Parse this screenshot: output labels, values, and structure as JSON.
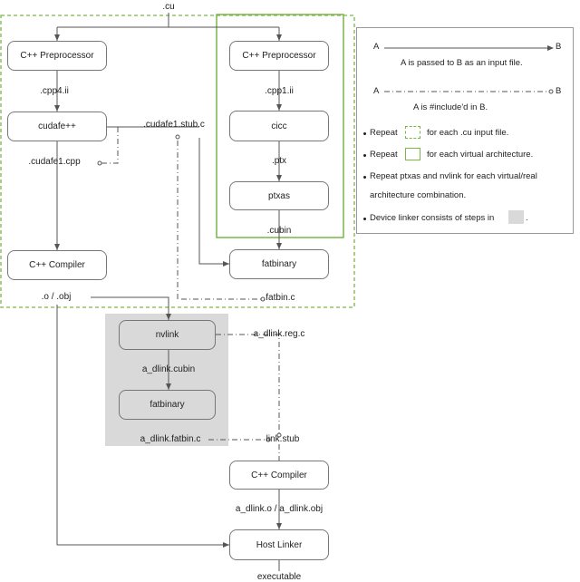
{
  "colors": {
    "green": "#7ab648",
    "gray_region": "#d9d9d9",
    "line": "#555555"
  },
  "labels": {
    "cu": ".cu",
    "cpp4_ii": ".cpp4.ii",
    "cudafe1_stub_c": ".cudafe1.stub.c",
    "cpp1_ii": ".cpp1.ii",
    "cudafe1_cpp": ".cudafe1.cpp",
    "ptx": ".ptx",
    "cubin": ".cubin",
    "o_obj": ".o / .obj",
    "fatbin_c": ".fatbin.c",
    "a_dlink_reg_c": "a_dlink.reg.c",
    "a_dlink_cubin": "a_dlink.cubin",
    "a_dlink_fatbin_c": "a_dlink.fatbin.c",
    "link_stub": "link.stub",
    "a_dlink_o_obj": "a_dlink.o / a_dlink.obj",
    "executable": "executable"
  },
  "nodes": {
    "cpp_preprocessor_left": "C++ Preprocessor",
    "cudafe": "cudafe++",
    "cpp_compiler_left": "C++ Compiler",
    "cpp_preprocessor_right": "C++ Preprocessor",
    "cicc": "cicc",
    "ptxas": "ptxas",
    "fatbinary_top": "fatbinary",
    "nvlink": "nvlink",
    "fatbinary_bottom": "fatbinary",
    "cpp_compiler_bottom": "C++ Compiler",
    "host_linker": "Host Linker"
  },
  "legend": {
    "a1": "A",
    "b1": "B",
    "input_desc": "A is passed to B as an input file.",
    "a2": "A",
    "b2": "B",
    "include_desc": "A is #include'd in B.",
    "repeat1": "Repeat",
    "repeat1_desc": "for each .cu input file.",
    "repeat2": "Repeat",
    "repeat2_desc": "for each virtual architecture.",
    "repeat3_line1": "Repeat ptxas and nvlink for each virtual/real",
    "repeat3_line2": "architecture combination.",
    "device_linker": "Device linker consists of steps in"
  }
}
